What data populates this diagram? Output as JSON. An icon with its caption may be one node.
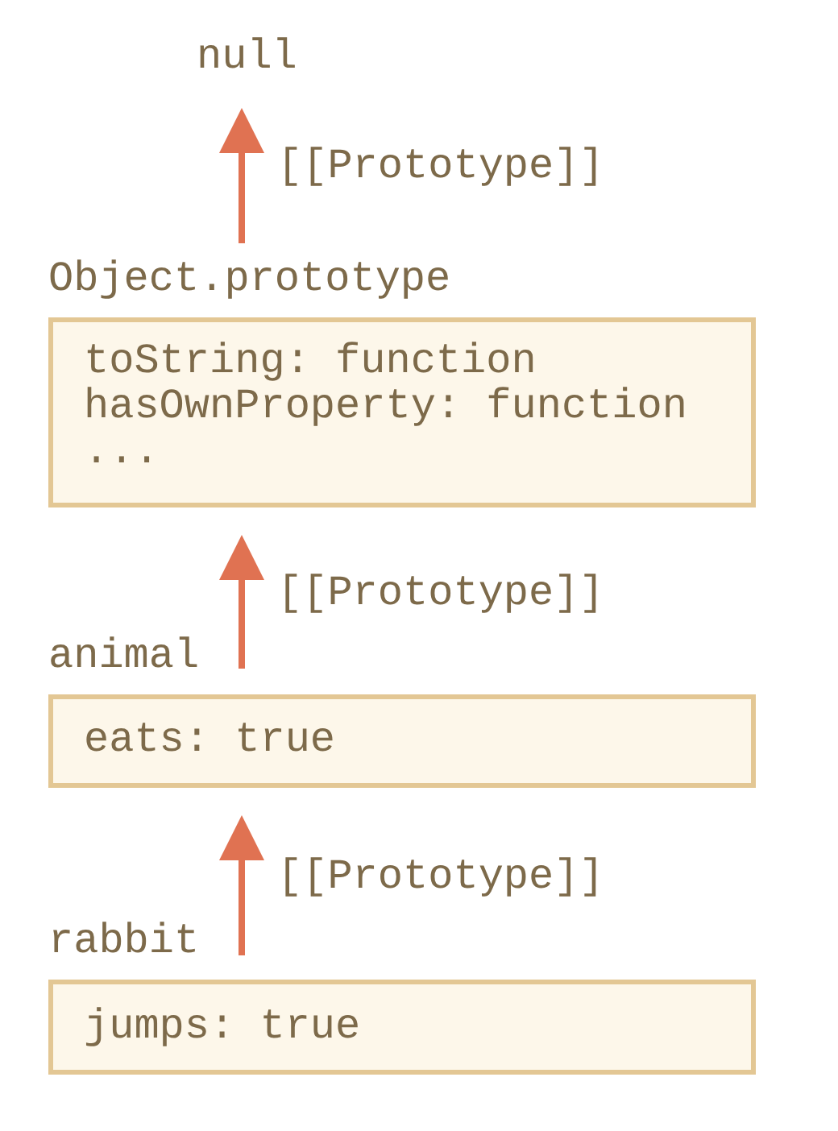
{
  "diagram": {
    "nodes": [
      {
        "text": [
          "null"
        ]
      },
      {
        "text": [
          "Object.prototype",
          "toString: function",
          "hasOwnProperty: function",
          "..."
        ]
      },
      {
        "text": [
          "animal",
          "eats: true"
        ]
      },
      {
        "text": [
          "rabbit",
          "jumps: true"
        ]
      }
    ],
    "edges": [
      {
        "from": 1,
        "to": 0,
        "arrow": "to",
        "label": "[[Prototype]]"
      },
      {
        "from": 2,
        "to": 1,
        "arrow": "to",
        "label": "[[Prototype]]"
      },
      {
        "from": 3,
        "to": 2,
        "arrow": "to",
        "label": "[[Prototype]]"
      }
    ]
  }
}
